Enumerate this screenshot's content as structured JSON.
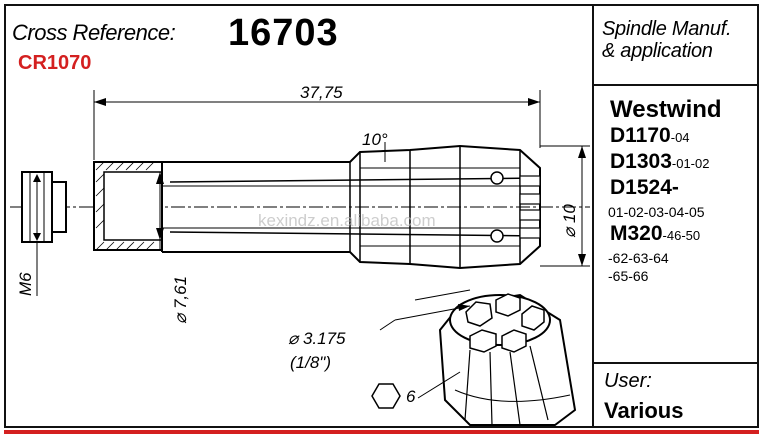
{
  "header": {
    "label": "Cross Reference:",
    "ref_number": "16703",
    "code": "CR1070"
  },
  "right_panel": {
    "title_line1": "Spindle Manuf.",
    "title_line2": "& application",
    "brand": "Westwind",
    "models": [
      {
        "name": "D1170",
        "variants": "-04"
      },
      {
        "name": "D1303",
        "variants": "-01-02"
      },
      {
        "name": "D1524",
        "variants": "-"
      },
      {
        "name": "",
        "variants": "01-02-03-04-05"
      },
      {
        "name": "M320",
        "variants": "-46-50"
      },
      {
        "name": "",
        "variants": "-62-63-64"
      },
      {
        "name": "",
        "variants": "-65-66"
      }
    ],
    "user_label": "User:",
    "user_value": "Various"
  },
  "dimensions": {
    "overall_length": "37,75",
    "angle": "10°",
    "thread": "M6",
    "inner_diameter": "⌀ 7,61",
    "outer_diameter": "⌀ 10",
    "shank_diameter": "⌀ 3.175",
    "shank_fraction": "(1/8\")",
    "hex_size": "6"
  },
  "watermark": "kexindz.en.alibaba.com"
}
